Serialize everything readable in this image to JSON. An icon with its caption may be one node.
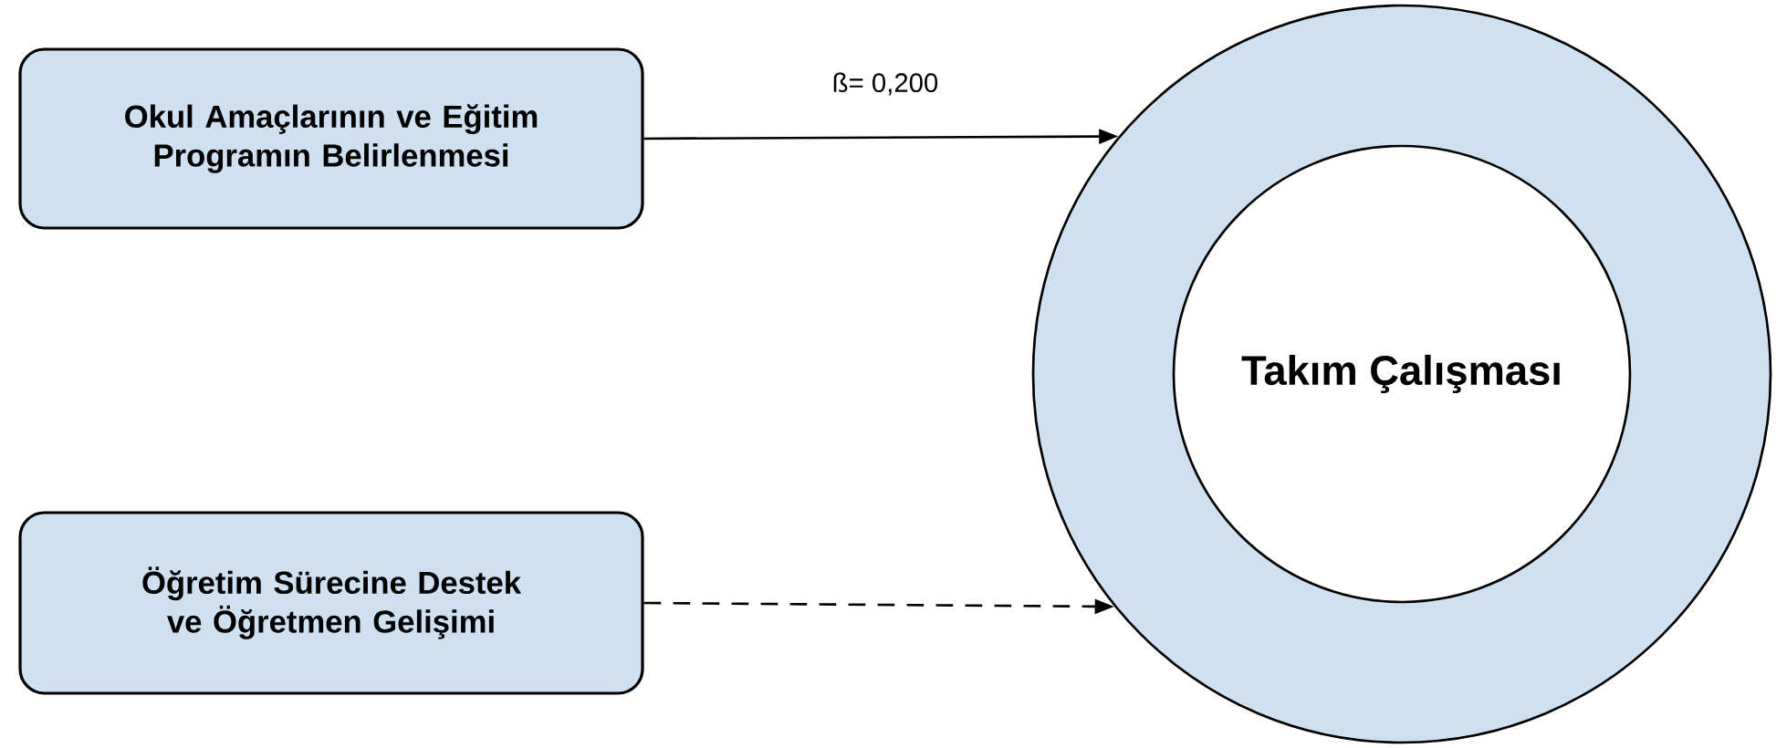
{
  "diagram": {
    "nodes": [
      {
        "text": [
          "Okul Amaçlarının ve Eğitim Programın Belirlenmesi"
        ]
      },
      {
        "text": [
          "Öğretim Sürecine Destek ve Öğretmen Gelişimi"
        ]
      },
      {
        "text": [],
        "shape": "circle"
      },
      {
        "text": [
          "Takım Çalışması"
        ],
        "in": 2
      }
    ],
    "edges": [
      {
        "from": 0,
        "to": 2,
        "arrow": "to",
        "label": "ß= 0,200"
      },
      {
        "from": 1,
        "to": 2,
        "arrow": "to",
        "style": "dashed"
      }
    ]
  }
}
